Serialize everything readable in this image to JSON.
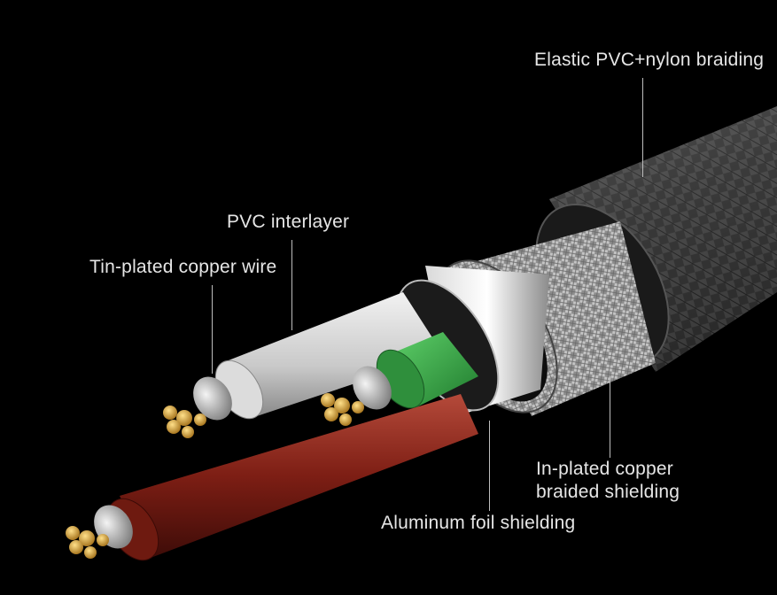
{
  "labels": {
    "outer_braiding": "Elastic PVC+nylon braiding",
    "pvc_interlayer": "PVC interlayer",
    "tin_wire": "Tin-plated copper wire",
    "copper_shield_line1": "In-plated copper",
    "copper_shield_line2": "braided shielding",
    "foil_shield": "Aluminum foil shielding"
  },
  "colors": {
    "background": "#000000",
    "label_text": "#e6e6e6",
    "leader_line": "#bdbdbd",
    "wire_gray": "#cfcfcf",
    "wire_green": "#3aa54a",
    "wire_red": "#8a2418",
    "conductor_gold": "#d8a840",
    "braid_silver": "#9a9a9a",
    "jacket_dark": "#2e2e2e"
  }
}
